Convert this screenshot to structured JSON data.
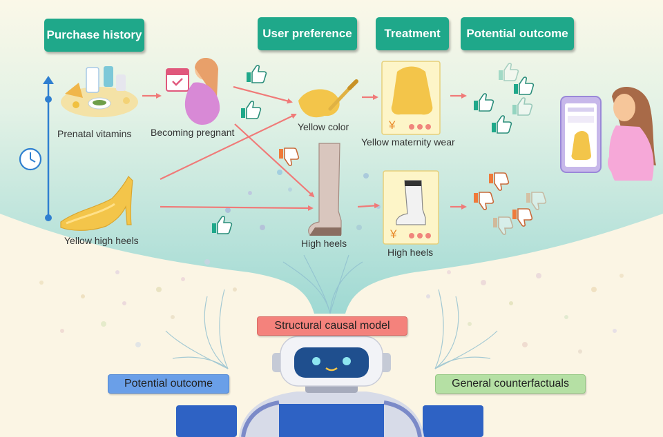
{
  "headers": {
    "purchase_history": "Purchase history",
    "user_preference": "User preference",
    "treatment": "Treatment",
    "potential_outcome": "Potential outcome"
  },
  "items": {
    "prenatal_vitamins": "Prenatal vitamins",
    "becoming_pregnant": "Becoming pregnant",
    "yellow_high_heels": "Yellow high heels",
    "yellow_color": "Yellow color",
    "high_heels_preference": "High heels",
    "yellow_maternity_wear": "Yellow maternity wear",
    "high_heels_treatment": "High heels"
  },
  "model": {
    "structural_causal_model": "Structural causal model",
    "potential_outcome": "Potential outcome",
    "general_counterfactuals": "General counterfactuals"
  },
  "price_symbol": "¥",
  "colors": {
    "header_green": "#1fa88a",
    "arrow_red": "#f07a78",
    "like_green": "#1fa88a",
    "dislike_orange": "#ef7a3a",
    "scm_tag": "#f4827c",
    "potential_tag": "#6a9fe8",
    "counterfactual_tag": "#b5e0a4",
    "robot_blue": "#2e62c4"
  }
}
